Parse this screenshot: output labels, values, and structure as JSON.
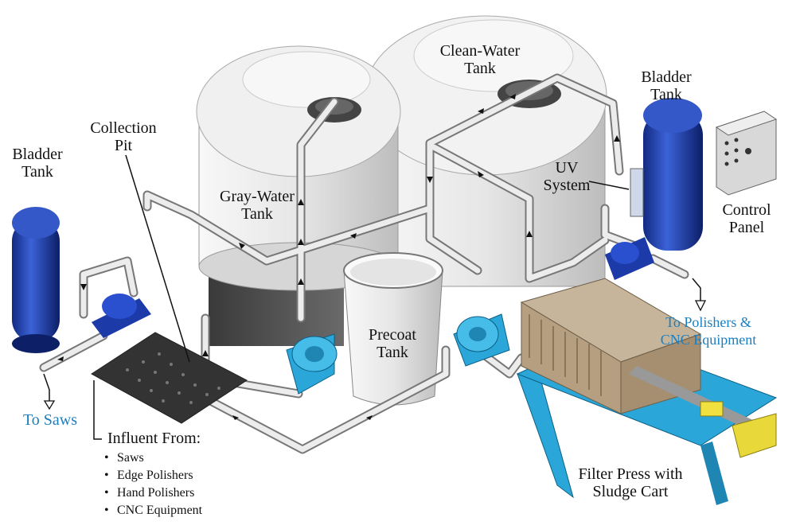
{
  "labels": {
    "bladder_tank_left": [
      "Bladder",
      "Tank"
    ],
    "collection_pit": [
      "Collection",
      "Pit"
    ],
    "gray_water_tank": [
      "Gray-Water",
      "Tank"
    ],
    "clean_water_tank": [
      "Clean-Water",
      "Tank"
    ],
    "bladder_tank_right": [
      "Bladder",
      "Tank"
    ],
    "uv_system": [
      "UV",
      "System"
    ],
    "control_panel": [
      "Control",
      "Panel"
    ],
    "precoat_tank": [
      "Precoat",
      "Tank"
    ],
    "to_polishers": [
      "To Polishers &",
      "CNC Equipment"
    ],
    "to_saws": "To Saws",
    "filter_press": [
      "Filter Press with",
      "Sludge Cart"
    ]
  },
  "influent": {
    "title": "Influent From:",
    "items": [
      "Saws",
      "Edge Polishers",
      "Hand Polishers",
      "CNC Equipment"
    ]
  },
  "colors": {
    "tank_white": "#ececec",
    "bladder_blue": "#1f3fb0",
    "equipment_cyan": "#2aa7d8",
    "pipe_gray": "#d8d8d8",
    "label_blue": "#1a7fc1"
  }
}
